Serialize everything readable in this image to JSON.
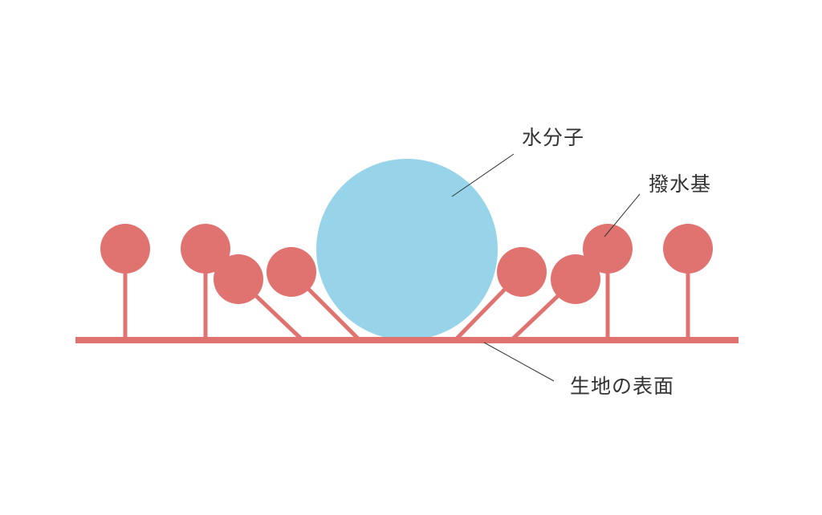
{
  "labels": {
    "water_molecule": "水分子",
    "water_repellent_group": "撥水基",
    "fabric_surface": "生地の表面"
  },
  "colors": {
    "group": "#e07270",
    "water": "#97d4ea",
    "text": "#333333",
    "leader": "#333333"
  }
}
